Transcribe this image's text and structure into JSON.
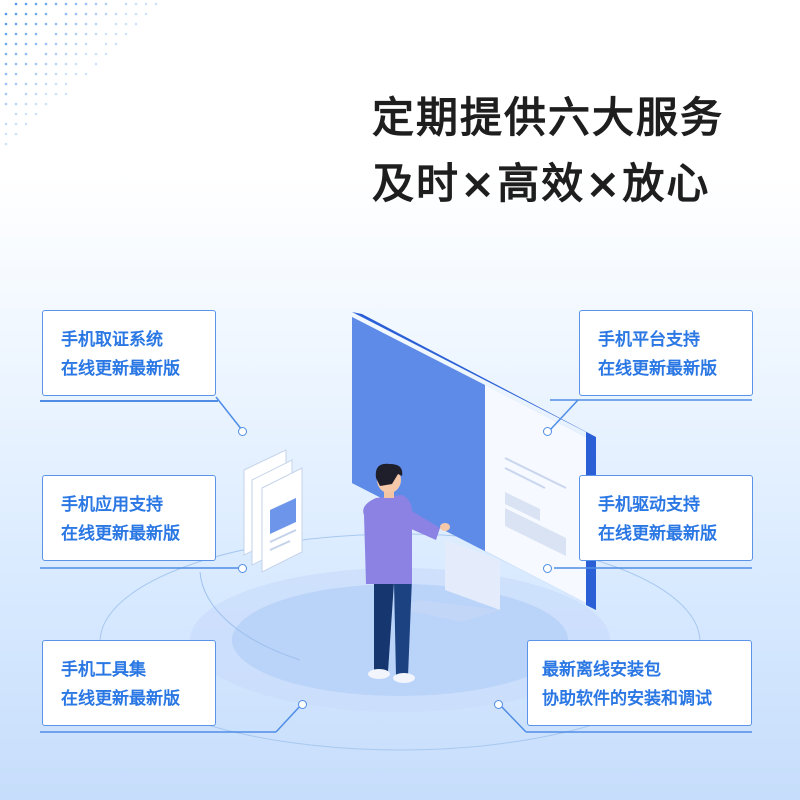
{
  "headline": {
    "line1": "定期提供六大服务",
    "line2": "及时×高效×放心"
  },
  "colors": {
    "accent": "#2b78e4",
    "heading": "#1e1e1e",
    "card_border": "#5a93e8",
    "background_bottom": "#c6ddfb"
  },
  "services": [
    {
      "title": "手机取证系统",
      "subtitle": "在线更新最新版"
    },
    {
      "title": "手机平台支持",
      "subtitle": "在线更新最新版"
    },
    {
      "title": "手机应用支持",
      "subtitle": "在线更新最新版"
    },
    {
      "title": "手机驱动支持",
      "subtitle": "在线更新最新版"
    },
    {
      "title": "手机工具集",
      "subtitle": "在线更新最新版"
    },
    {
      "title": "最新离线安装包",
      "subtitle": "协助软件的安装和调试"
    }
  ],
  "illustration": {
    "name": "person-at-monitor-illustration",
    "icons": [
      "document-stack-icon",
      "monitor-icon",
      "person-icon"
    ]
  }
}
